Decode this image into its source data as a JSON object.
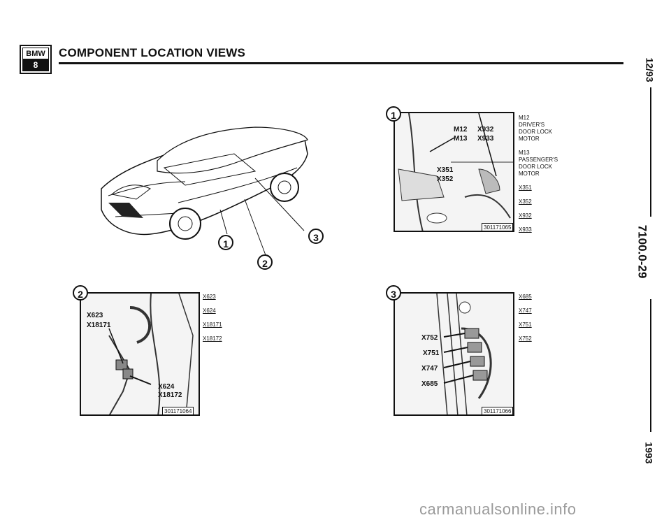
{
  "header": {
    "title": "COMPONENT LOCATION VIEWS",
    "logo_top": "BMW",
    "logo_bottom": "8"
  },
  "side": {
    "date": "12/93",
    "code": "7100.0-29",
    "year": "1993"
  },
  "car": {
    "callouts": [
      "1",
      "2",
      "3"
    ]
  },
  "panel1": {
    "callout": "1",
    "labels": [
      "M12",
      "X932",
      "M13",
      "X933",
      "X351",
      "X352"
    ],
    "figure_no": "301171065",
    "legend": [
      {
        "text": "M12",
        "underline": false
      },
      {
        "text": "DRIVER'S",
        "underline": false
      },
      {
        "text": "DOOR LOCK",
        "underline": false
      },
      {
        "text": "MOTOR",
        "underline": false
      },
      {
        "text": "",
        "underline": false
      },
      {
        "text": "M13",
        "underline": false
      },
      {
        "text": "PASSENGER'S",
        "underline": false
      },
      {
        "text": "DOOR LOCK",
        "underline": false
      },
      {
        "text": "MOTOR",
        "underline": false
      },
      {
        "text": "",
        "underline": false
      },
      {
        "text": "X351",
        "underline": true
      },
      {
        "text": "",
        "underline": false
      },
      {
        "text": "X352",
        "underline": true
      },
      {
        "text": "",
        "underline": false
      },
      {
        "text": "X932",
        "underline": true
      },
      {
        "text": "",
        "underline": false
      },
      {
        "text": "X933",
        "underline": true
      }
    ]
  },
  "panel2": {
    "callout": "2",
    "labels": [
      "X623",
      "X18171",
      "X624",
      "X18172"
    ],
    "figure_no": "301171064",
    "legend": [
      "X623",
      "X624",
      "X18171",
      "X18172"
    ]
  },
  "panel3": {
    "callout": "3",
    "labels": [
      "X752",
      "X751",
      "X747",
      "X685"
    ],
    "figure_no": "301171066",
    "legend": [
      "X685",
      "X747",
      "X751",
      "X752"
    ]
  },
  "watermark": "carmanualsonline.info"
}
